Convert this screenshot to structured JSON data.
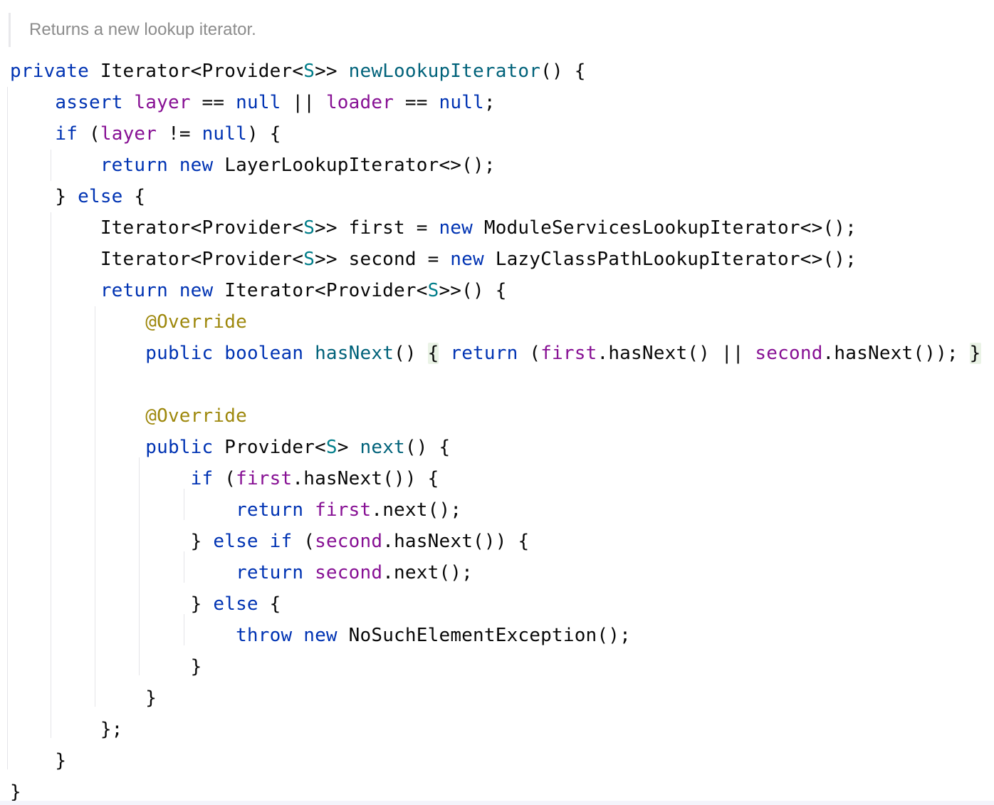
{
  "doc_comment": "Returns a new lookup iterator.",
  "code": {
    "line_01": [
      {
        "t": "private",
        "c": "kw"
      },
      {
        "t": " Iterator<Provider<"
      },
      {
        "t": "S",
        "c": "tp"
      },
      {
        "t": ">> "
      },
      {
        "t": "newLookupIterator",
        "c": "fn"
      },
      {
        "t": "() {"
      }
    ],
    "line_02": [
      {
        "t": "    "
      },
      {
        "t": "assert",
        "c": "kw"
      },
      {
        "t": " "
      },
      {
        "t": "layer",
        "c": "fld"
      },
      {
        "t": " == "
      },
      {
        "t": "null",
        "c": "kw"
      },
      {
        "t": " || "
      },
      {
        "t": "loader",
        "c": "fld"
      },
      {
        "t": " == "
      },
      {
        "t": "null",
        "c": "kw"
      },
      {
        "t": ";"
      }
    ],
    "line_03": [
      {
        "t": "    "
      },
      {
        "t": "if",
        "c": "kw"
      },
      {
        "t": " ("
      },
      {
        "t": "layer",
        "c": "fld"
      },
      {
        "t": " != "
      },
      {
        "t": "null",
        "c": "kw"
      },
      {
        "t": ") {"
      }
    ],
    "line_04": [
      {
        "t": "        "
      },
      {
        "t": "return",
        "c": "kw"
      },
      {
        "t": " "
      },
      {
        "t": "new",
        "c": "kw"
      },
      {
        "t": " LayerLookupIterator<>();"
      }
    ],
    "line_05": [
      {
        "t": "    } "
      },
      {
        "t": "else",
        "c": "kw"
      },
      {
        "t": " {"
      }
    ],
    "line_06": [
      {
        "t": "        Iterator<Provider<"
      },
      {
        "t": "S",
        "c": "tp"
      },
      {
        "t": ">> first = "
      },
      {
        "t": "new",
        "c": "kw"
      },
      {
        "t": " ModuleServicesLookupIterator<>();"
      }
    ],
    "line_07": [
      {
        "t": "        Iterator<Provider<"
      },
      {
        "t": "S",
        "c": "tp"
      },
      {
        "t": ">> second = "
      },
      {
        "t": "new",
        "c": "kw"
      },
      {
        "t": " LazyClassPathLookupIterator<>();"
      }
    ],
    "line_08": [
      {
        "t": "        "
      },
      {
        "t": "return",
        "c": "kw"
      },
      {
        "t": " "
      },
      {
        "t": "new",
        "c": "kw"
      },
      {
        "t": " Iterator<Provider<"
      },
      {
        "t": "S",
        "c": "tp"
      },
      {
        "t": ">>() {"
      }
    ],
    "line_09": [
      {
        "t": "            "
      },
      {
        "t": "@Override",
        "c": "ann"
      }
    ],
    "line_10": [
      {
        "t": "            "
      },
      {
        "t": "public",
        "c": "kw"
      },
      {
        "t": " "
      },
      {
        "t": "boolean",
        "c": "kw"
      },
      {
        "t": " "
      },
      {
        "t": "hasNext",
        "c": "fn"
      },
      {
        "t": "() "
      },
      {
        "t": "{",
        "c": "fold"
      },
      {
        "t": " "
      },
      {
        "t": "return",
        "c": "kw"
      },
      {
        "t": " ("
      },
      {
        "t": "first",
        "c": "fld"
      },
      {
        "t": ".hasNext() || "
      },
      {
        "t": "second",
        "c": "fld"
      },
      {
        "t": ".hasNext()); "
      },
      {
        "t": "}",
        "c": "fold"
      }
    ],
    "line_11": [
      {
        "t": ""
      }
    ],
    "line_12": [
      {
        "t": "            "
      },
      {
        "t": "@Override",
        "c": "ann"
      }
    ],
    "line_13": [
      {
        "t": "            "
      },
      {
        "t": "public",
        "c": "kw"
      },
      {
        "t": " Provider<"
      },
      {
        "t": "S",
        "c": "tp"
      },
      {
        "t": "> "
      },
      {
        "t": "next",
        "c": "fn"
      },
      {
        "t": "() {"
      }
    ],
    "line_14": [
      {
        "t": "                "
      },
      {
        "t": "if",
        "c": "kw"
      },
      {
        "t": " ("
      },
      {
        "t": "first",
        "c": "fld"
      },
      {
        "t": ".hasNext()) {"
      }
    ],
    "line_15": [
      {
        "t": "                    "
      },
      {
        "t": "return",
        "c": "kw"
      },
      {
        "t": " "
      },
      {
        "t": "first",
        "c": "fld"
      },
      {
        "t": ".next();"
      }
    ],
    "line_16": [
      {
        "t": "                } "
      },
      {
        "t": "else",
        "c": "kw"
      },
      {
        "t": " "
      },
      {
        "t": "if",
        "c": "kw"
      },
      {
        "t": " ("
      },
      {
        "t": "second",
        "c": "fld"
      },
      {
        "t": ".hasNext()) {"
      }
    ],
    "line_17": [
      {
        "t": "                    "
      },
      {
        "t": "return",
        "c": "kw"
      },
      {
        "t": " "
      },
      {
        "t": "second",
        "c": "fld"
      },
      {
        "t": ".next();"
      }
    ],
    "line_18": [
      {
        "t": "                } "
      },
      {
        "t": "else",
        "c": "kw"
      },
      {
        "t": " {"
      }
    ],
    "line_19": [
      {
        "t": "                    "
      },
      {
        "t": "throw",
        "c": "kw"
      },
      {
        "t": " "
      },
      {
        "t": "new",
        "c": "kw"
      },
      {
        "t": " NoSuchElementException();"
      }
    ],
    "line_20": [
      {
        "t": "                }"
      }
    ],
    "line_21": [
      {
        "t": "            }"
      }
    ],
    "line_22": [
      {
        "t": "        };"
      }
    ],
    "line_23": [
      {
        "t": "    }"
      }
    ],
    "line_24": [
      {
        "t": "}"
      }
    ]
  },
  "colors": {
    "keyword": "#0033b3",
    "field": "#871094",
    "type_param": "#007e8a",
    "method_decl": "#00627a",
    "annotation": "#9e880d",
    "plain": "#080808",
    "doc_comment": "#8c8c8c",
    "fold_highlight": "#eaf3e6"
  }
}
